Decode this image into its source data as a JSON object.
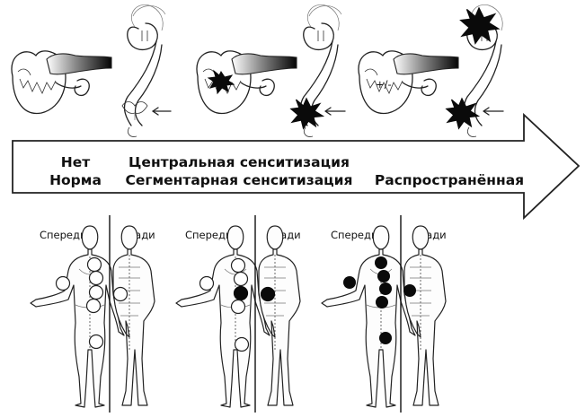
{
  "arrow_labels": {
    "stage1_line1": "Нет",
    "stage1_line2": "Норма",
    "stage2_line1": "Центральная сенситизация",
    "stage2_line2": "Сегментарная сенситизация",
    "stage3_line1": "Распространённая"
  },
  "pancreas_marks": {
    "stage3_mark": "+/-"
  },
  "body_views": {
    "front": "Спереди",
    "back": "Сзади"
  },
  "colors": {
    "ink": "#111111",
    "arrow_stroke": "#222222",
    "filled_circle": "#0a0a0a",
    "open_circle": "#ffffff"
  },
  "icons": [
    "pancreas-icon",
    "spinal-cord-icon",
    "brain-icon",
    "pain-burst-icon",
    "human-body-icon"
  ]
}
